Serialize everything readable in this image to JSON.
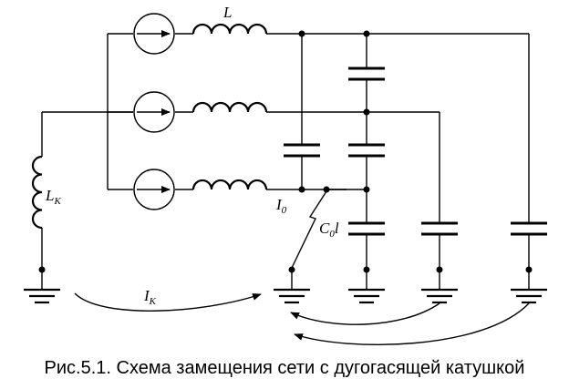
{
  "labels": {
    "phase_inductance": "L",
    "coil": {
      "main": "L",
      "sub": "K"
    },
    "fault_current": {
      "main": "I",
      "sub": "0"
    },
    "capacitance": {
      "main": "C",
      "sub": "0",
      "suffix": "l"
    },
    "coil_current": {
      "main": "I",
      "sub": "K"
    }
  },
  "caption": "Рис.5.1. Схема замещения сети с дугогасящей катушкой",
  "colors": {
    "line": "#000000",
    "background": "#ffffff"
  }
}
